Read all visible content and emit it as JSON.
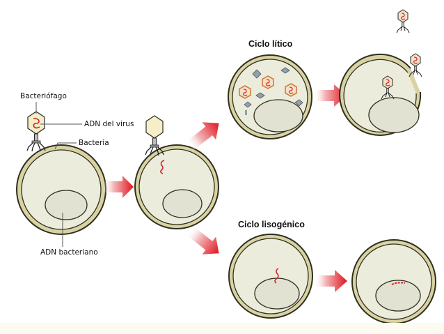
{
  "labels": {
    "bacteriophage": "Bacteriófago",
    "virus_dna": "ADN del virus",
    "bacterium": "Bacteria",
    "bacterial_dna": "ADN bacteriano",
    "lytic_cycle": "Ciclo lítico",
    "lysogenic_cycle": "Ciclo lisogénico"
  },
  "colors": {
    "cell_outline": "#2f2f1f",
    "cell_wall": "#d9d3a4",
    "cytoplasm": "#ececdc",
    "nucleoid": "#e2e2d2",
    "arrow_red": "#e0141e",
    "viral_dna": "#d2232a",
    "phage_head": "#f6eec6",
    "capsid_orange": "#d07b3f",
    "capsid_grey": "#8fa1a9",
    "footer": "#fbfbf2"
  }
}
